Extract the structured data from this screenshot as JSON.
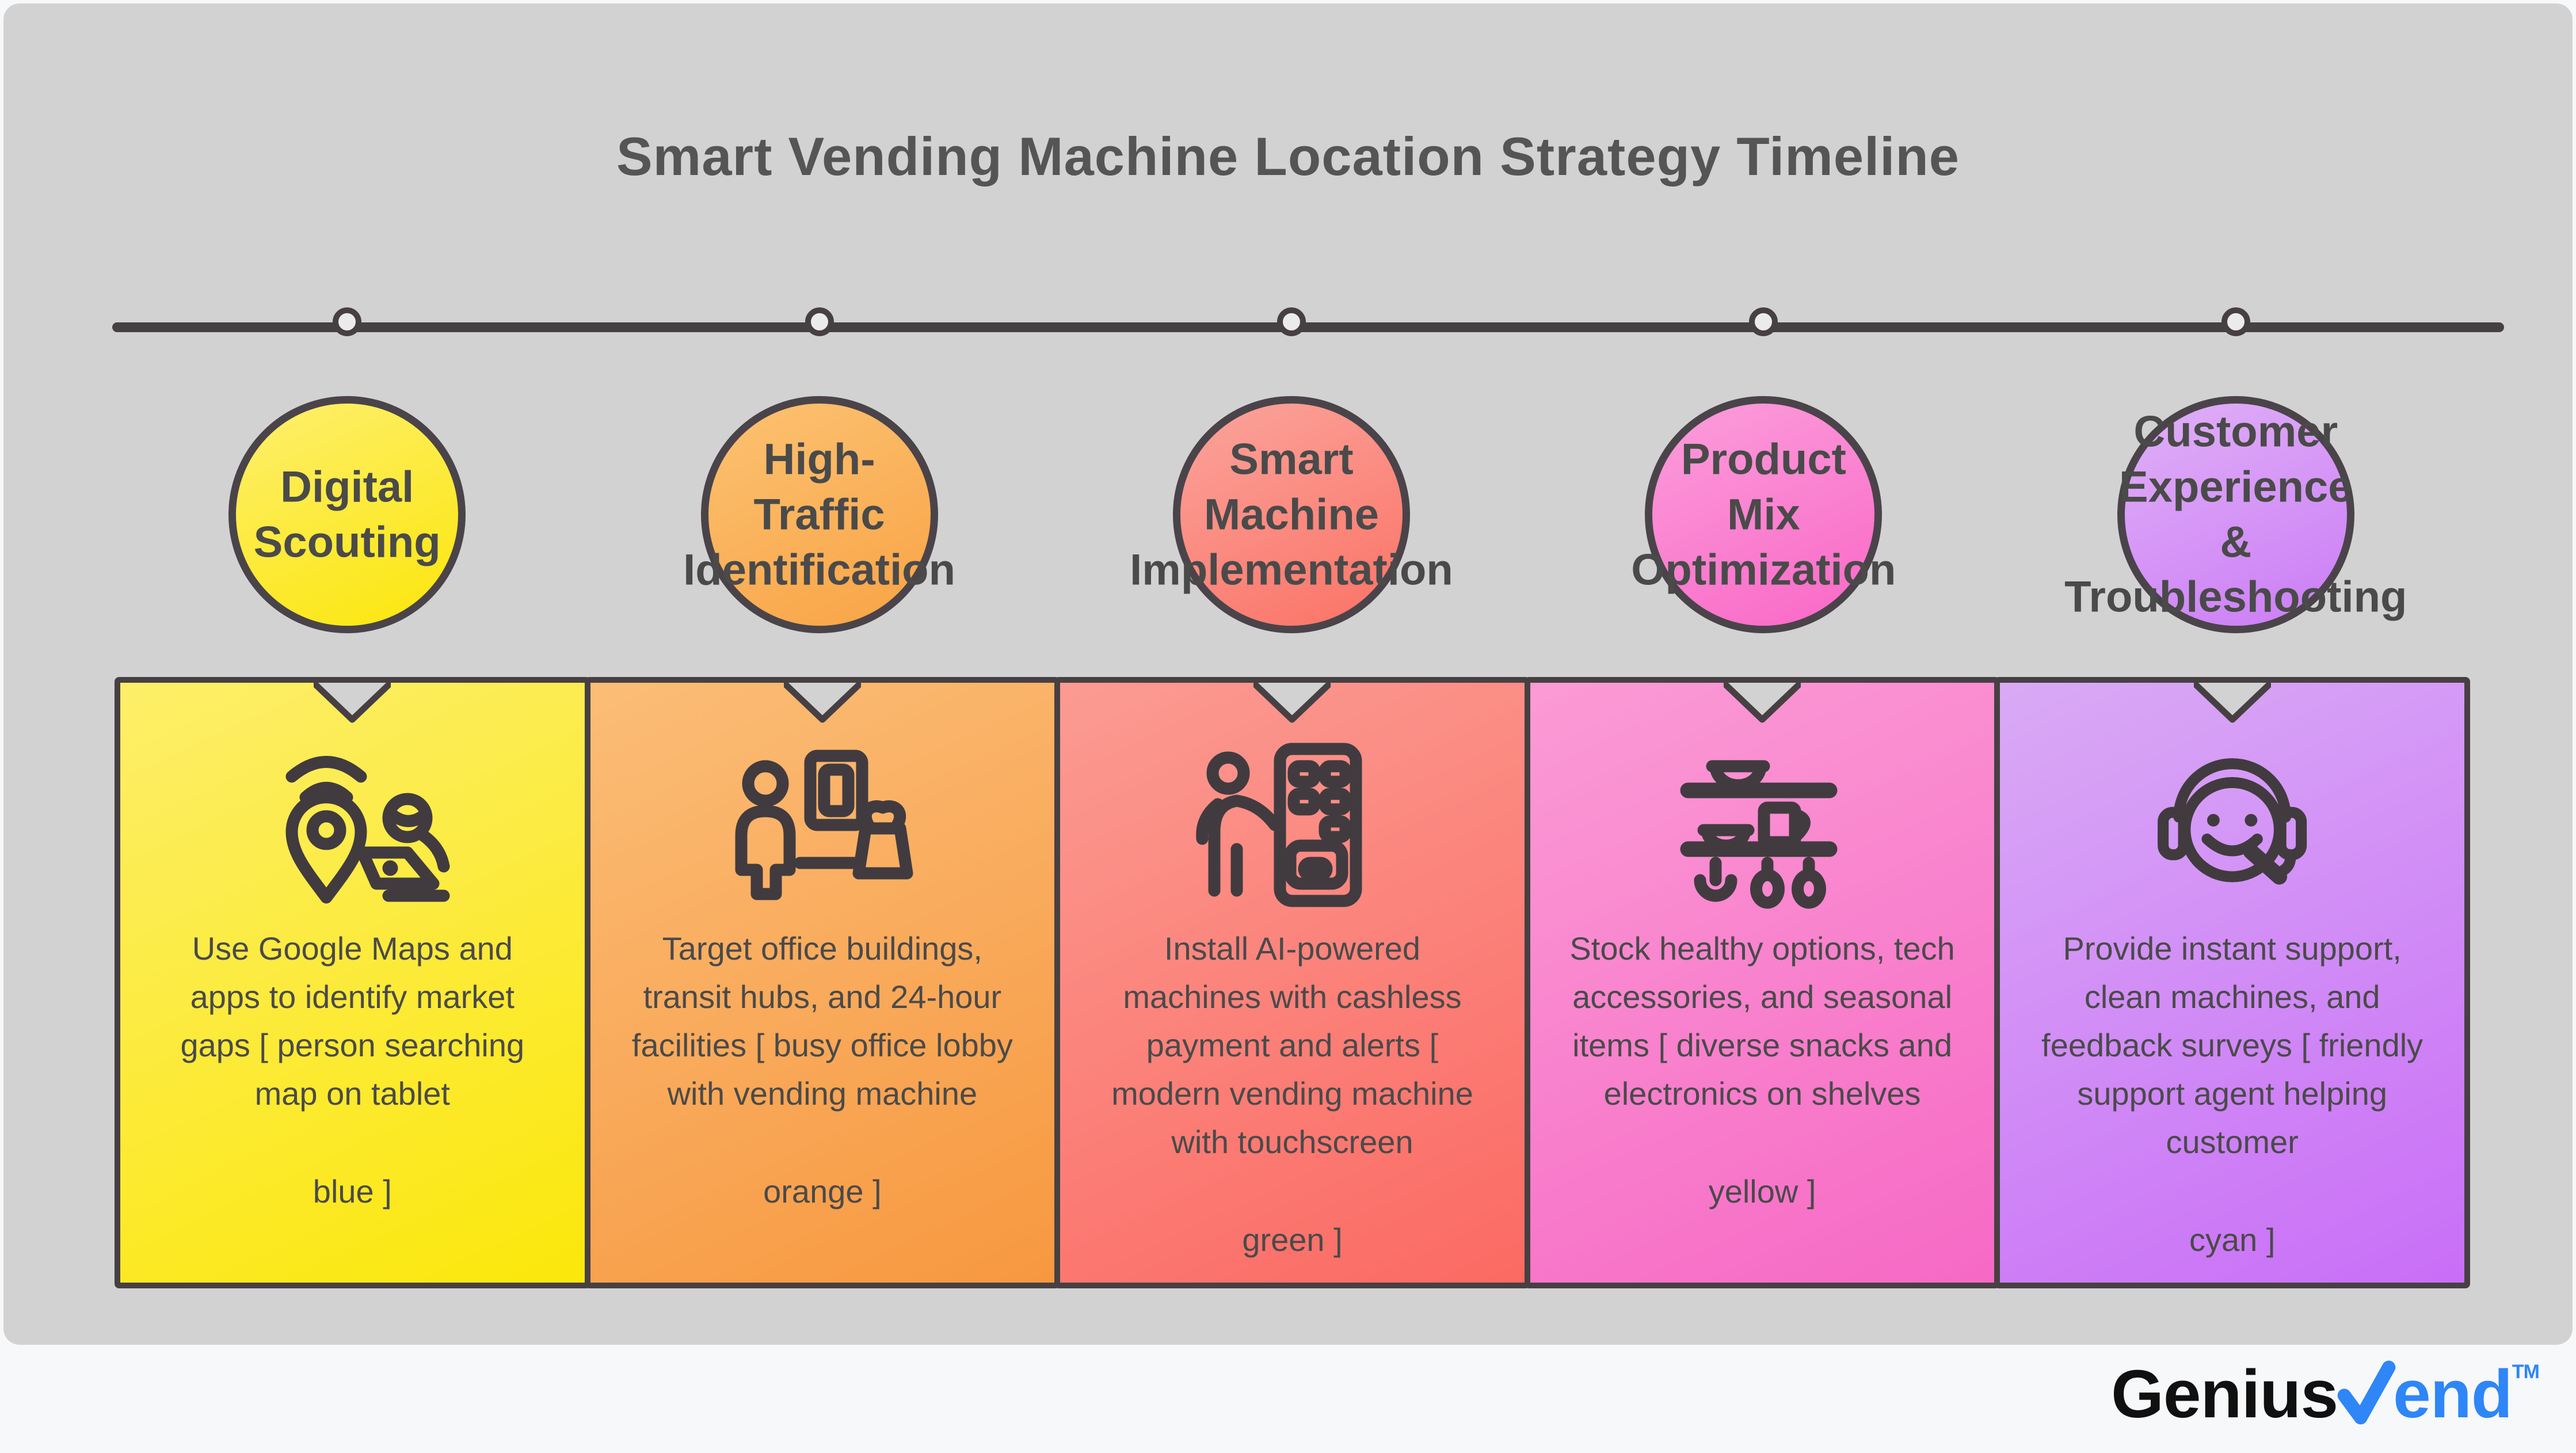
{
  "title": "Smart Vending Machine Location Strategy Timeline",
  "background_color": "#d2d2d2",
  "timeline_color": "#474043",
  "text_color": "#4a4a4a",
  "stages": [
    {
      "label_lines": [
        "Digital",
        "Scouting",
        "",
        ""
      ],
      "icon": "map-pin-wifi-laptop-icon",
      "circle_colors": {
        "from": "#feef6e",
        "to": "#fbe60a"
      },
      "card_colors": {
        "from": "#fdee6a",
        "to": "#fbe70a"
      },
      "description": "Use Google Maps and apps to identify market gaps [ person searching map on tablet",
      "color_note": "blue ]"
    },
    {
      "label_lines": [
        "High-",
        "Traffic",
        "Identification",
        ""
      ],
      "icon": "office-lobby-person-icon",
      "circle_colors": {
        "from": "#fcc272",
        "to": "#f9a345"
      },
      "card_colors": {
        "from": "#fbbd77",
        "to": "#f79840"
      },
      "description": "Target office buildings, transit hubs, and 24-hour facilities [ busy office lobby with vending machine",
      "color_note": "orange ]"
    },
    {
      "label_lines": [
        "Smart",
        "Machine",
        "Implementation",
        ""
      ],
      "icon": "person-vending-machine-icon",
      "circle_colors": {
        "from": "#fba49c",
        "to": "#fb7265"
      },
      "card_colors": {
        "from": "#fb9b92",
        "to": "#fb6a63"
      },
      "description": "Install AI-powered machines with cashless payment and alerts [ modern vending machine with touchscreen",
      "color_note": "green ]"
    },
    {
      "label_lines": [
        "Product",
        "Mix",
        "Optimization",
        ""
      ],
      "icon": "shelves-snacks-utensils-icon",
      "circle_colors": {
        "from": "#fc9edb",
        "to": "#f967c6"
      },
      "card_colors": {
        "from": "#fb9bd5",
        "to": "#f669c5"
      },
      "description": "Stock healthy options, tech accessories, and seasonal items [ diverse snacks and electronics on shelves",
      "color_note": "yellow ]"
    },
    {
      "label_lines": [
        "Customer",
        "Experience",
        "&",
        "Troubleshooting"
      ],
      "icon": "support-agent-headset-icon",
      "circle_colors": {
        "from": "#e0b0f7",
        "to": "#cb7cf5"
      },
      "card_colors": {
        "from": "#d9aaf5",
        "to": "#c96ef7"
      },
      "description": "Provide instant support, clean machines, and feedback surveys [ friendly support agent helping customer",
      "color_note": "cyan ]"
    }
  ],
  "logo": {
    "part_black": "Genius",
    "part_blue": "end",
    "trademark": "TM",
    "blue_color": "#2e86f7"
  }
}
